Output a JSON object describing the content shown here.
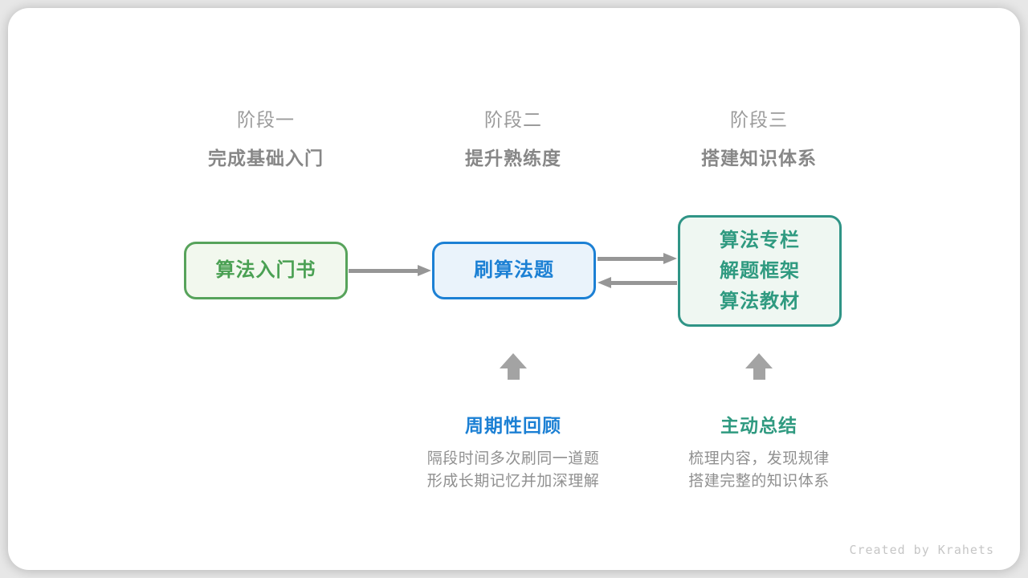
{
  "stages": [
    {
      "label": "阶段一",
      "title": "完成基础入门"
    },
    {
      "label": "阶段二",
      "title": "提升熟练度"
    },
    {
      "label": "阶段三",
      "title": "搭建知识体系"
    }
  ],
  "nodes": [
    {
      "theme": "green",
      "lines": [
        "算法入门书"
      ]
    },
    {
      "theme": "blue",
      "lines": [
        "刷算法题"
      ]
    },
    {
      "theme": "teal",
      "lines": [
        "算法专栏",
        "解题框架",
        "算法教材"
      ]
    }
  ],
  "annotations": [
    {
      "title": "周期性回顾",
      "desc_lines": [
        "隔段时间多次刷同一道题",
        "形成长期记忆并加深理解"
      ]
    },
    {
      "title": "主动总结",
      "desc_lines": [
        "梳理内容，发现规律",
        "搭建完整的知识体系"
      ]
    }
  ],
  "credit": "Created by Krahets",
  "colors": {
    "green_border": "#57a35b",
    "green_bg": "#f2f8ee",
    "green_text": "#4aa053",
    "blue_border": "#1c80d4",
    "blue_bg": "#eaf3fb",
    "blue_text": "#1c80d4",
    "teal_border": "#2f9486",
    "teal_bg": "#eff7f2",
    "teal_text": "#2f9a80",
    "arrow_gray": "#969696",
    "up_arrow_gray": "#a3a3a3",
    "stage_label_gray": "#9b9b9b",
    "stage_title_gray": "#878787",
    "desc_gray": "#909090",
    "credit_gray": "#c6c6c6",
    "card_bg": "#ffffff"
  }
}
